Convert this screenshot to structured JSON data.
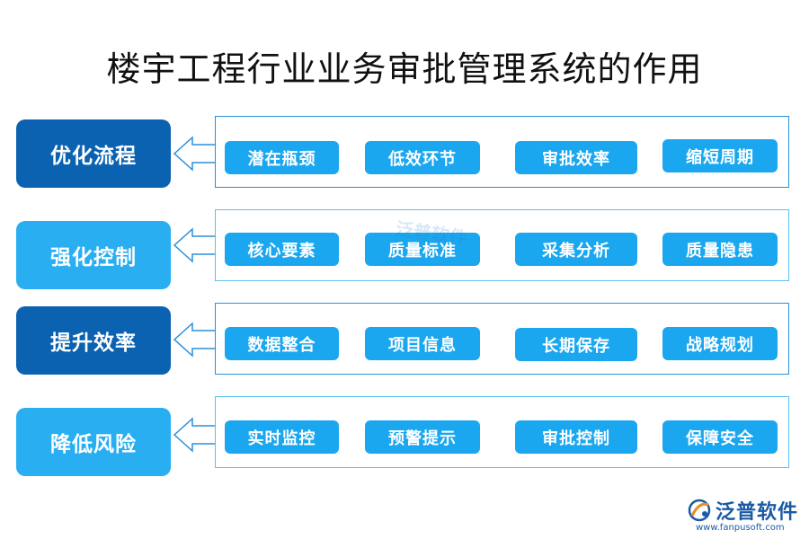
{
  "title": "楼宇工程行业业务审批管理系统的作用",
  "rows": [
    {
      "category": "优化流程",
      "items": [
        "潜在瓶颈",
        "低效环节",
        "审批效率",
        "缩短周期"
      ]
    },
    {
      "category": "强化控制",
      "items": [
        "核心要素",
        "质量标准",
        "采集分析",
        "质量隐患"
      ]
    },
    {
      "category": "提升效率",
      "items": [
        "数据整合",
        "项目信息",
        "长期保存",
        "战略规划"
      ]
    },
    {
      "category": "降低风险",
      "items": [
        "实时监控",
        "预警提示",
        "审批控制",
        "保障安全"
      ]
    }
  ],
  "watermark": "泛普软件",
  "logo": {
    "name": "泛普软件",
    "url": "www.fanpusoft.com"
  },
  "colors": {
    "dark_blue": "#0b62b0",
    "light_blue": "#29aef2",
    "pill_blue": "#1aa7ef",
    "border_blue": "#2a8fd8"
  }
}
